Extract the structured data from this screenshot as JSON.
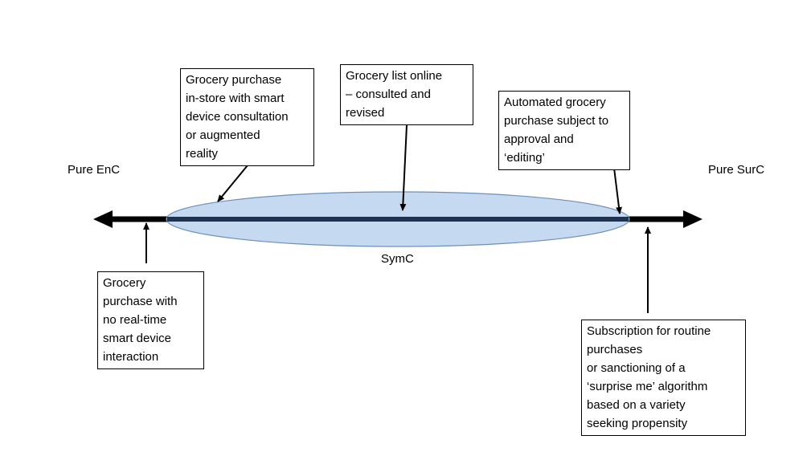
{
  "labels": {
    "left_end": "Pure EnC",
    "right_end": "Pure SurC",
    "middle": "SymC"
  },
  "boxes": {
    "in_store": [
      "Grocery purchase",
      "in-store with smart",
      "device consultation",
      "or augmented",
      "reality"
    ],
    "list_online": [
      "Grocery list online",
      "– consulted and",
      "revised"
    ],
    "automated": [
      "Automated grocery",
      "purchase subject to",
      "approval and",
      "‘editing’"
    ],
    "no_device": [
      "Grocery",
      "purchase with",
      "no real-time",
      "smart device",
      "interaction"
    ],
    "subscription": [
      "Subscription for routine",
      "purchases",
      "or sanctioning of a",
      "‘surprise me’ algorithm",
      "based on a variety",
      "seeking propensity"
    ]
  },
  "colors": {
    "ellipse_fill": "#c5d9f1",
    "ellipse_stroke": "#6d8fb9",
    "axis_inner": "#1f3350",
    "axis_outer": "#000000"
  }
}
